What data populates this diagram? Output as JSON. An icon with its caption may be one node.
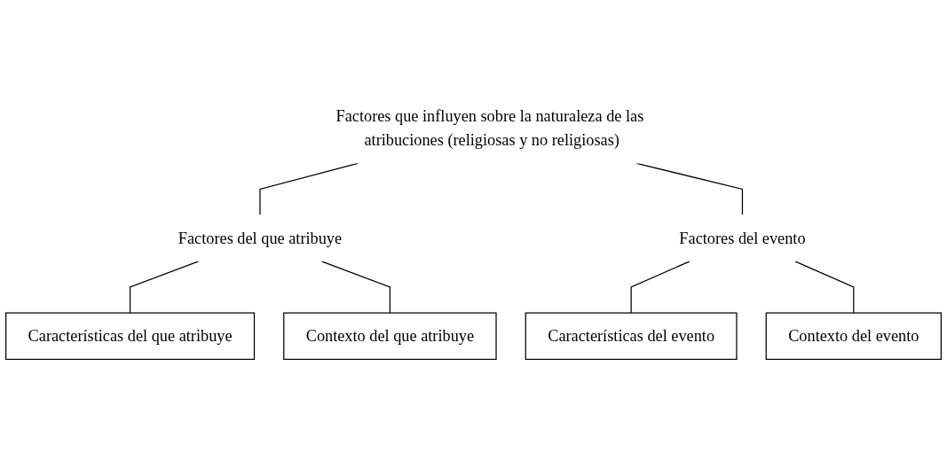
{
  "diagram": {
    "nodes": [
      {
        "text": [
          "Factores que influyen sobre la naturaleza de las atribuciones (religiosas y no religiosas)"
        ]
      },
      {
        "text": [
          "Factores del que atribuye"
        ]
      },
      {
        "text": [
          "Factores del evento"
        ]
      },
      {
        "text": [
          "Características del que atribuye"
        ]
      },
      {
        "text": [
          "Contexto del que atribuye"
        ]
      },
      {
        "text": [
          "Características del evento"
        ]
      },
      {
        "text": [
          "Contexto del evento"
        ]
      }
    ],
    "edges": [
      {
        "from": 0,
        "to": 1,
        "arrow": "none"
      },
      {
        "from": 0,
        "to": 2,
        "arrow": "none"
      },
      {
        "from": 1,
        "to": 3,
        "arrow": "none"
      },
      {
        "from": 1,
        "to": 4,
        "arrow": "none"
      },
      {
        "from": 2,
        "to": 5,
        "arrow": "none"
      },
      {
        "from": 2,
        "to": 6,
        "arrow": "none"
      }
    ]
  }
}
